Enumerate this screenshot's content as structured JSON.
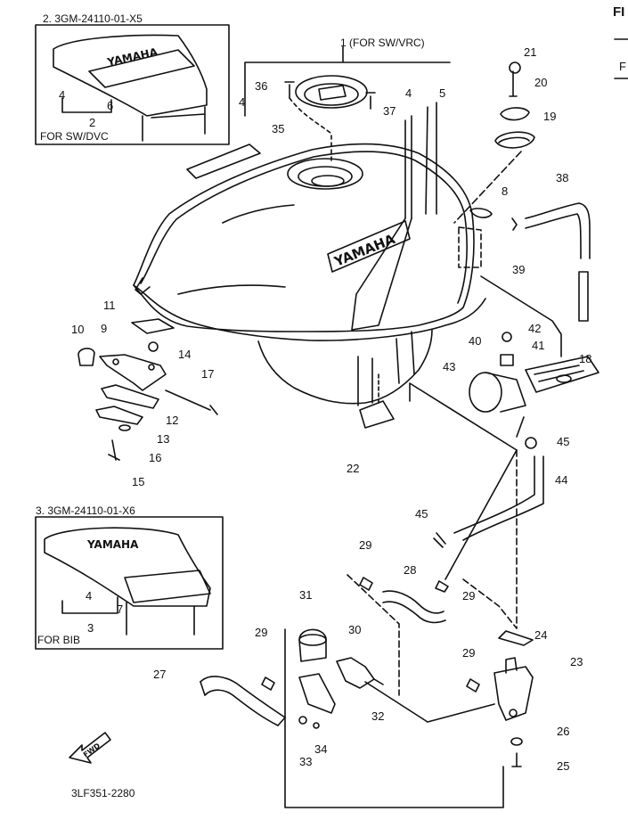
{
  "page_header": "FI",
  "right_edge_mark": "F",
  "insets": [
    {
      "title": "2. 3GM-24110-01-X5",
      "note": "FOR SW/DVC",
      "logo": "YAMAHA",
      "callouts": [
        "4",
        "6",
        "2"
      ]
    },
    {
      "title": "3. 3GM-24110-01-X6",
      "note": "FOR BIB",
      "logo": "YAMAHA",
      "callouts": [
        "4",
        "7",
        "3"
      ]
    }
  ],
  "main_logo": "YAMAHA",
  "tank_label": "1 (FOR SW/VRC)",
  "part_numbers": {
    "p4a": "4",
    "p5": "5",
    "p4b": "4",
    "p36": "36",
    "p35": "35",
    "p37": "37",
    "p21": "21",
    "p20": "20",
    "p19": "19",
    "p8": "8",
    "p38": "38",
    "p39": "39",
    "p11": "11",
    "p10": "10",
    "p9": "9",
    "p14": "14",
    "p17": "17",
    "p12": "12",
    "p13": "13",
    "p16": "16",
    "p15": "15",
    "p42": "42",
    "p40": "40",
    "p41": "41",
    "p18": "18",
    "p43": "43",
    "p45a": "45",
    "p44": "44",
    "p22": "22",
    "p45b": "45",
    "p29a": "29",
    "p28": "28",
    "p29b": "29",
    "p31": "31",
    "p30": "30",
    "p29c": "29",
    "p27": "27",
    "p32": "32",
    "p33": "33",
    "p34": "34",
    "p24": "24",
    "p23": "23",
    "p29d": "29",
    "p26": "26",
    "p25": "25"
  },
  "fwd_arrow": "FWD",
  "catalog_code": "3LF351-2280"
}
